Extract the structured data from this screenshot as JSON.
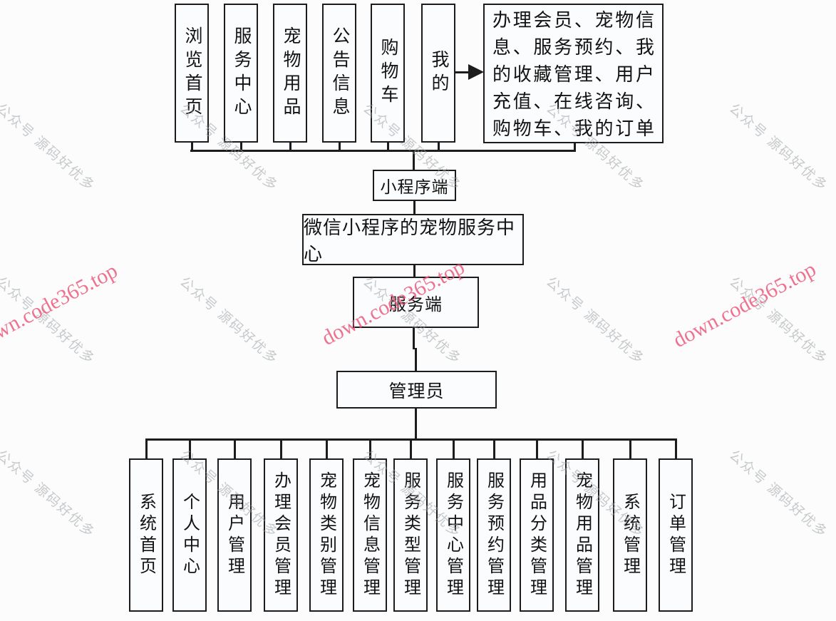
{
  "diagram": {
    "root_title": "微信小程序的宠物服务中心",
    "mini_program": {
      "node_label": "小程序端",
      "modules": [
        "浏览首页",
        "服务中心",
        "宠物用品",
        "公告信息",
        "购物车",
        "我的"
      ],
      "my_features": "办理会员、宠物信息、服务预约、我的收藏管理、用户充值、在线咨询、购物车、我的订单",
      "my_features_lines": [
        "办理会员、宠物信",
        "息、服务预约、我",
        "的收藏管理、用户",
        "充值、在线咨询、",
        "购物车、我的订单"
      ]
    },
    "server": {
      "node_label": "服务端",
      "admin_label": "管理员",
      "modules": [
        "系统首页",
        "个人中心",
        "用户管理",
        "办理会员管理",
        "宠物类别管理",
        "宠物信息管理",
        "服务类型管理",
        "服务中心管理",
        "服务预约管理",
        "用品分类管理",
        "宠物用品管理",
        "系统管理",
        "订单管理"
      ]
    }
  },
  "watermarks": {
    "gray_text": "公众号 源码好优多",
    "gray_color": "#9ba0a4",
    "red_text": "down.code365.top",
    "red_color": "#ec5b7d"
  }
}
